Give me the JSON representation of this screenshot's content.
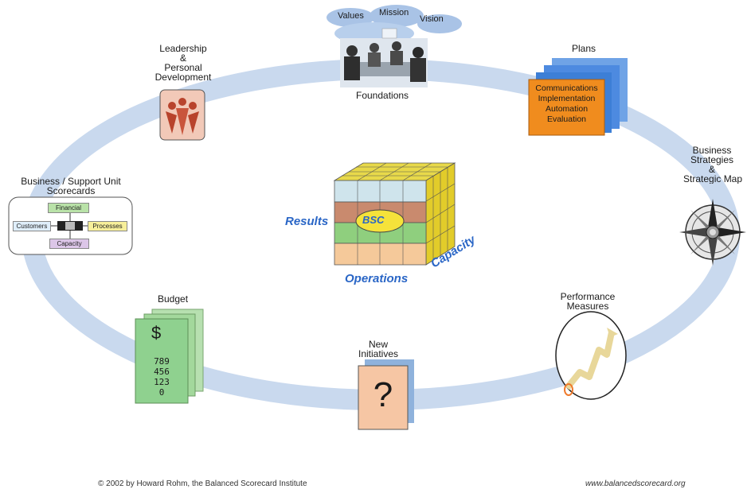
{
  "foundations": {
    "words": [
      "Values",
      "Mission",
      "Vision"
    ],
    "label": "Foundations"
  },
  "leadership": {
    "lines": [
      "Leadership",
      "&",
      "Personal",
      "Development"
    ]
  },
  "plans": {
    "title": "Plans",
    "items": [
      "Communications",
      "Implementation",
      "Automation",
      "Evaluation"
    ]
  },
  "strategies": {
    "lines": [
      "Business",
      "Strategies",
      "&",
      "Strategic Map"
    ]
  },
  "scorecards": {
    "lines": [
      "Business / Support Unit",
      "Scorecards"
    ],
    "boxes": {
      "financial": "Financial",
      "customers": "Customers",
      "processes": "Processes",
      "capacity": "Capacity"
    }
  },
  "cube": {
    "center": "BSC",
    "results": "Results",
    "operations": "Operations",
    "capacity": "Capacity"
  },
  "budget": {
    "title": "Budget",
    "symbol": "$",
    "numbers": [
      "789",
      "456",
      "123",
      "0"
    ]
  },
  "initiatives": {
    "lines": [
      "New",
      "Initiatives"
    ],
    "symbol": "?"
  },
  "measures": {
    "lines": [
      "Performance",
      "Measures"
    ]
  },
  "footer": {
    "copyright": "© 2002 by Howard Rohm, the Balanced Scorecard Institute",
    "url": "www.balancedscorecard.org"
  },
  "colors": {
    "ring": "#c9d9ee",
    "plans_orange": "#f08c1e",
    "plans_blue": "#3d7fd6",
    "budget_green": "#8fd18f",
    "initiative_peach": "#f6c6a4",
    "cube_text": "#2a66c6"
  }
}
